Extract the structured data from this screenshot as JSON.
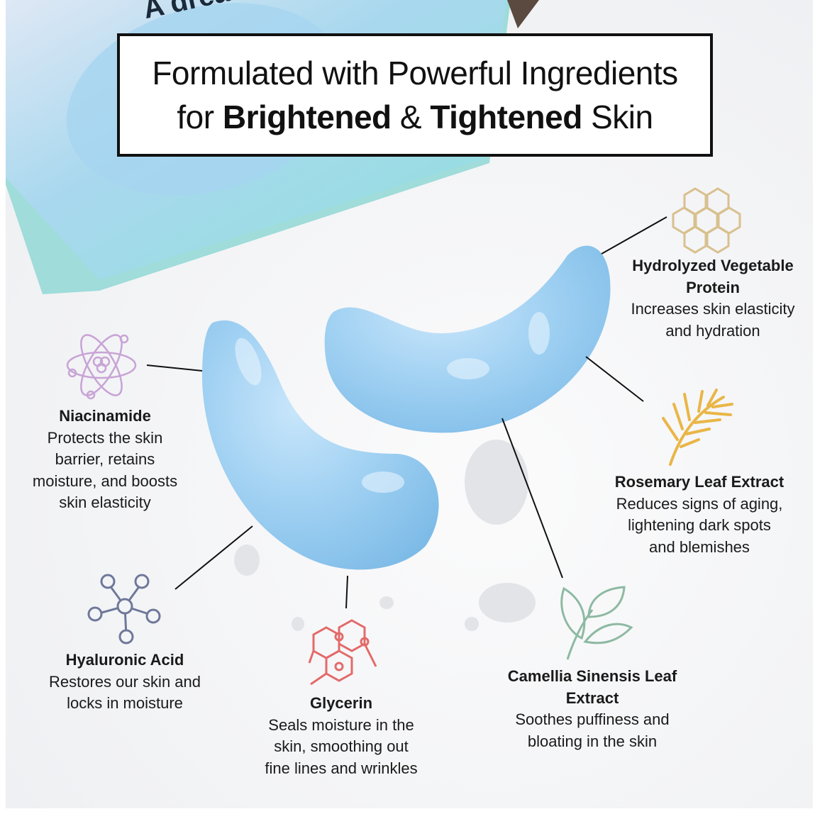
{
  "package_text": "A dream co",
  "title": {
    "line1": "Formulated with Powerful Ingredients",
    "line2_pre": "for ",
    "line2_bold1": "Brightened",
    "line2_mid": " & ",
    "line2_bold2": "Tightened",
    "line2_post": " Skin"
  },
  "ingredients": [
    {
      "name_l1": "Hydrolyzed Vegetable",
      "name_l2": "Protein",
      "desc_l1": "Increases skin elasticity",
      "desc_l2": "and hydration",
      "icon": "honeycomb-icon",
      "color": "#d8c08e"
    },
    {
      "name_l1": "Rosemary Leaf Extract",
      "desc_l1": "Reduces signs of aging,",
      "desc_l2": "lightening dark spots",
      "desc_l3": "and blemishes",
      "icon": "rosemary-icon",
      "color": "#e9b647"
    },
    {
      "name_l1": "Camellia Sinensis Leaf",
      "name_l2": "Extract",
      "desc_l1": "Soothes puffiness and",
      "desc_l2": "bloating in the skin",
      "icon": "leaves-icon",
      "color": "#8db9a2"
    },
    {
      "name_l1": "Glycerin",
      "desc_l1": "Seals moisture in the",
      "desc_l2": "skin, smoothing out",
      "desc_l3": "fine lines and wrinkles",
      "icon": "molecule-icon",
      "color": "#e36a6a"
    },
    {
      "name_l1": "Hyaluronic Acid",
      "desc_l1": "Restores our skin and",
      "desc_l2": "locks in moisture",
      "icon": "network-icon",
      "color": "#6f7899"
    },
    {
      "name_l1": "Niacinamide",
      "desc_l1": "Protects the skin",
      "desc_l2": "barrier, retains",
      "desc_l3": "moisture, and boosts",
      "desc_l4": "skin elasticity",
      "icon": "atom-icon",
      "color": "#c8a4d6"
    }
  ]
}
